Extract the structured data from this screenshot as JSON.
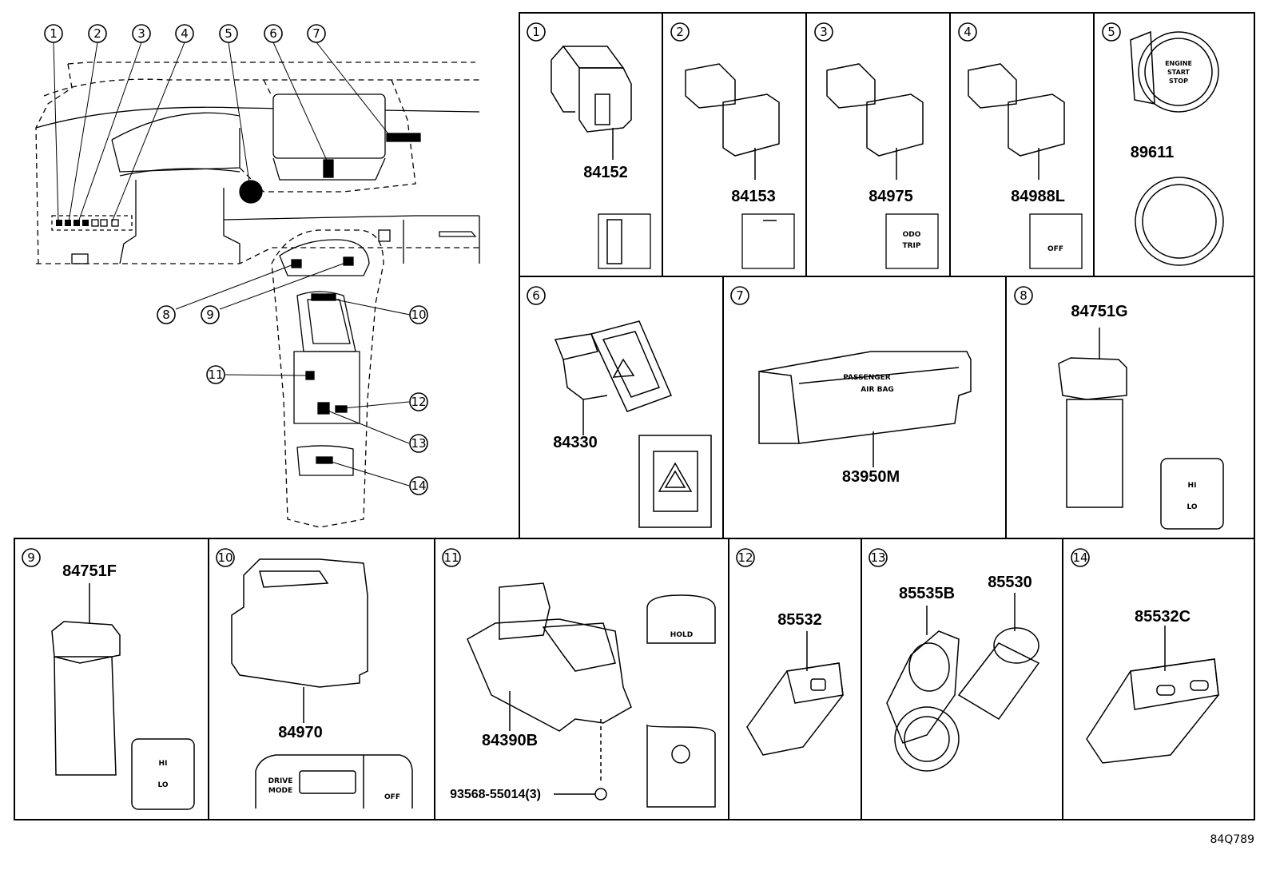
{
  "diagram_code": "84Q789",
  "overview_callouts": [
    "1",
    "2",
    "3",
    "4",
    "5",
    "6",
    "7",
    "8",
    "9",
    "10",
    "11",
    "12",
    "13",
    "14"
  ],
  "panels": [
    {
      "callout": "1",
      "part": "84152"
    },
    {
      "callout": "2",
      "part": "84153"
    },
    {
      "callout": "3",
      "part": "84975",
      "icon_text": [
        "ODO",
        "TRIP"
      ]
    },
    {
      "callout": "4",
      "part": "84988L",
      "icon_text": [
        "OFF"
      ]
    },
    {
      "callout": "5",
      "part": "89611",
      "icon_text": [
        "ENGINE",
        "START",
        "STOP"
      ]
    },
    {
      "callout": "6",
      "part": "84330"
    },
    {
      "callout": "7",
      "part": "83950M",
      "icon_text": [
        "PASSENGER",
        "AIR BAG"
      ]
    },
    {
      "callout": "8",
      "part": "84751G",
      "icon_text": [
        "HI",
        "LO"
      ]
    },
    {
      "callout": "9",
      "part": "84751F",
      "icon_text": [
        "HI",
        "LO"
      ]
    },
    {
      "callout": "10",
      "part": "84970",
      "icon_text": [
        "DRIVE",
        "MODE",
        "OFF"
      ]
    },
    {
      "callout": "11",
      "part": "84390B",
      "sub_part": "93568-55014(3)",
      "icon_text": [
        "HOLD"
      ]
    },
    {
      "callout": "12",
      "part": "85532"
    },
    {
      "callout": "13",
      "part": "85535B",
      "part2": "85530"
    },
    {
      "callout": "14",
      "part": "85532C"
    }
  ],
  "colors": {
    "line": "#000000",
    "background": "#ffffff"
  }
}
